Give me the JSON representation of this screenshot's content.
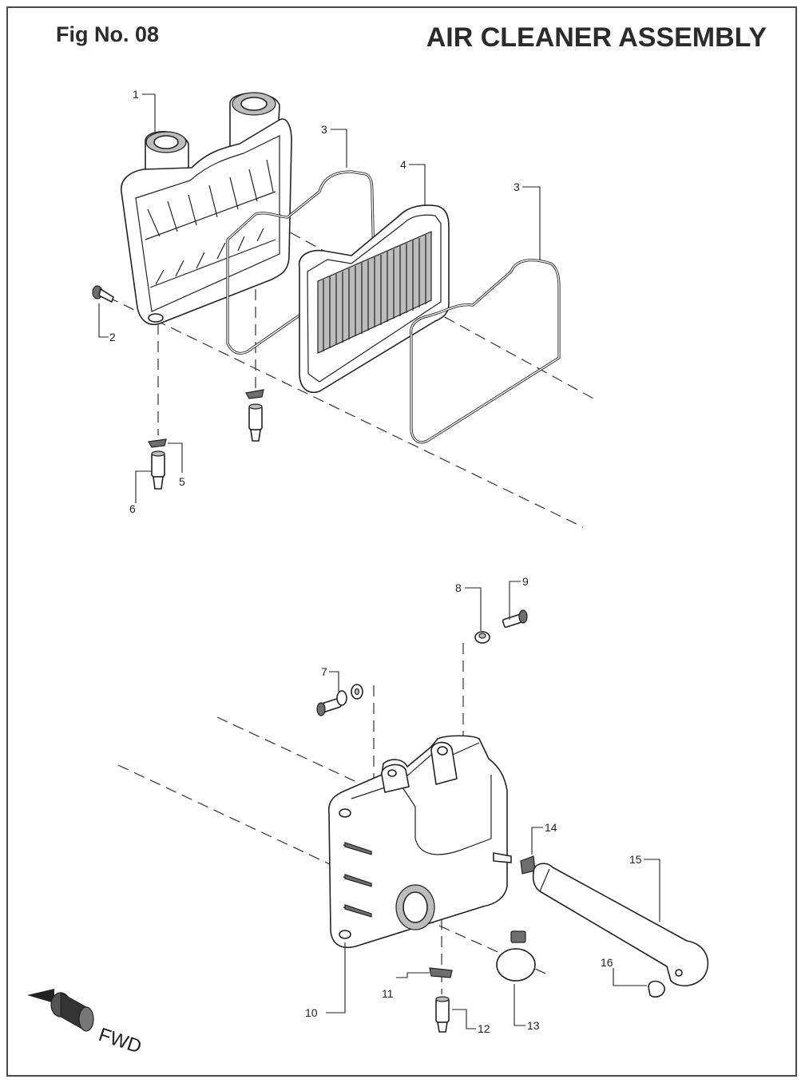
{
  "header": {
    "fig_label": "Fig No. 08",
    "title": "AIR CLEANER ASSEMBLY"
  },
  "callouts": {
    "c1": "1",
    "c2": "2",
    "c3a": "3",
    "c3b": "3",
    "c4": "4",
    "c5": "5",
    "c6": "6",
    "c7": "7",
    "c8": "8",
    "c9": "9",
    "c10": "10",
    "c11": "11",
    "c12": "12",
    "c13": "13",
    "c14": "14",
    "c15": "15",
    "c16": "16"
  },
  "direction": {
    "label": "FWD",
    "icon": "forward-arrow-icon"
  },
  "colors": {
    "line": "#222222",
    "border": "#4a4a4a",
    "fill_shade": "#bdbdbd"
  }
}
